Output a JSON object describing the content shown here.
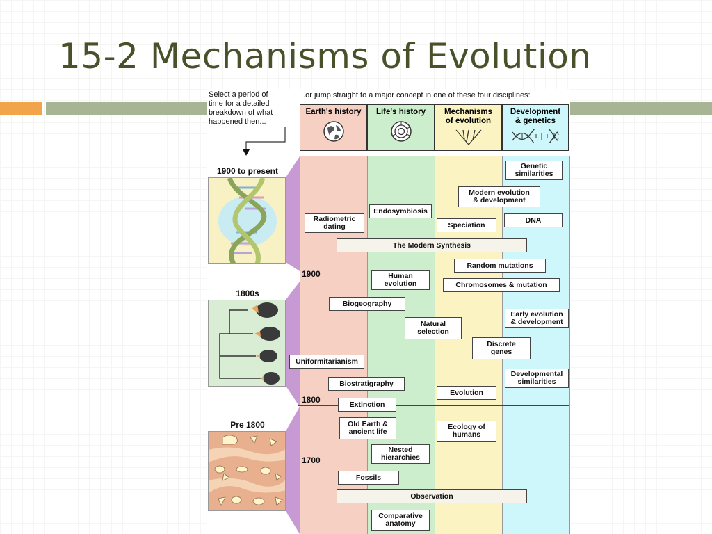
{
  "slide": {
    "title": "15-2 Mechanisms of Evolution"
  },
  "diagram": {
    "intro_left": "Select a period of\ntime for a detailed\nbreakdown of what\nhappened then...",
    "intro_right": "...or jump straight to a major concept in one of these four disciplines:",
    "columns": [
      {
        "label": "Earth's history",
        "icon": "globe-icon",
        "color": "#f7d0c4"
      },
      {
        "label": "Life's history",
        "icon": "ammonite-shell-icon",
        "color": "#cdeecc"
      },
      {
        "label": "Mechanisms\nof evolution",
        "icon": "branching-tree-icon",
        "color": "#fbf4c2"
      },
      {
        "label": "Development\n& genetics",
        "icon": "dna-helix-icon",
        "color": "#cdf7fb"
      }
    ],
    "eras": [
      {
        "label": "1900 to present",
        "image": "dna-double-helix-image"
      },
      {
        "label": "1800s",
        "image": "finch-phylogeny-image"
      },
      {
        "label": "Pre 1800",
        "image": "fossil-strata-image"
      }
    ],
    "years": [
      "1900",
      "1800",
      "1700"
    ],
    "concepts": {
      "genetic_similarities": "Genetic\nsimilarities",
      "modern_evolution_development": "Modern evolution\n& development",
      "radiometric_dating": "Radiometric\ndating",
      "endosymbiosis": "Endosymbiosis",
      "speciation": "Speciation",
      "dna": "DNA",
      "modern_synthesis": "The Modern Synthesis",
      "random_mutations": "Random mutations",
      "human_evolution": "Human\nevolution",
      "chromosomes_mutation": "Chromosomes & mutation",
      "biogeography": "Biogeography",
      "early_evolution_development": "Early evolution\n& development",
      "natural_selection": "Natural\nselection",
      "discrete_genes": "Discrete\ngenes",
      "uniformitarianism": "Uniformitarianism",
      "developmental_similarities": "Developmental\nsimilarities",
      "biostratigraphy": "Biostratigraphy",
      "evolution": "Evolution",
      "extinction": "Extinction",
      "old_earth_ancient_life": "Old Earth &\nancient life",
      "ecology_of_humans": "Ecology of\nhumans",
      "nested_hierarchies": "Nested\nhierarchies",
      "fossils": "Fossils",
      "observation": "Observation",
      "comparative_anatomy": "Comparative\nanatomy"
    },
    "colors": {
      "title": "#48512a",
      "accent_orange": "#f2a44a",
      "accent_green": "#a7b595",
      "era_wedge": "#c79ad3"
    }
  }
}
